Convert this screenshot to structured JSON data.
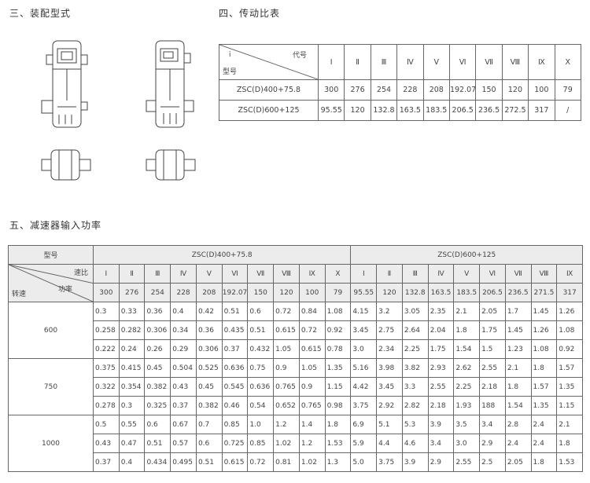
{
  "sections": {
    "assembly": "三、装配型式",
    "ratio": "四、传动比表",
    "power": "五、减速器输入功率"
  },
  "ratio_table": {
    "corner": {
      "top_left": "i",
      "top_right": "代号",
      "bottom_left": "型号"
    },
    "codes": [
      "I",
      "Ⅱ",
      "Ⅲ",
      "Ⅳ",
      "V",
      "Ⅵ",
      "Ⅶ",
      "Ⅷ",
      "Ⅸ",
      "X"
    ],
    "rows": [
      {
        "model": "ZSC(D)400+75.8",
        "values": [
          "300",
          "276",
          "254",
          "228",
          "208",
          "192.07",
          "150",
          "120",
          "100",
          "79"
        ]
      },
      {
        "model": "ZSC(D)600+125",
        "values": [
          "95.55",
          "120",
          "132.8",
          "163.5",
          "183.5",
          "206.5",
          "236.5",
          "272.5",
          "317",
          "/"
        ]
      }
    ]
  },
  "power_table": {
    "model_label": "型号",
    "models": [
      "ZSC(D)400+75.8",
      "ZSC(D)600+125"
    ],
    "corner": {
      "ratio": "速比",
      "power": "功率",
      "speed": "转速"
    },
    "codes_a": [
      "I",
      "Ⅱ",
      "Ⅲ",
      "Ⅳ",
      "V",
      "Ⅵ",
      "Ⅶ",
      "Ⅷ",
      "Ⅸ",
      "X"
    ],
    "codes_b": [
      "I",
      "Ⅱ",
      "Ⅲ",
      "Ⅳ",
      "V",
      "Ⅵ",
      "Ⅶ",
      "Ⅷ",
      "Ⅸ"
    ],
    "ratios": [
      "300",
      "276",
      "254",
      "228",
      "208",
      "192.07",
      "150",
      "120",
      "100",
      "79",
      "95.55",
      "120",
      "132.8",
      "163.5",
      "183.5",
      "206.5",
      "236.5",
      "271.5",
      "317"
    ],
    "groups": [
      {
        "speed": "600",
        "rows": [
          [
            "0.3",
            "0.33",
            "0.36",
            "0.4",
            "0.42",
            "0.51",
            "0.6",
            "0.72",
            "0.84",
            "1.08",
            "4.15",
            "3.2",
            "3.05",
            "2.35",
            "2.1",
            "2.05",
            "1.7",
            "1.45",
            "1.26"
          ],
          [
            "0.258",
            "0.282",
            "0.306",
            "0.34",
            "0.36",
            "0.435",
            "0.51",
            "0.615",
            "0.72",
            "0.92",
            "3.45",
            "2.75",
            "2.64",
            "2.04",
            "1.8",
            "1.75",
            "1.45",
            "1.26",
            "1.08"
          ],
          [
            "0.222",
            "0.24",
            "0.26",
            "0.29",
            "0.306",
            "0.37",
            "0.432",
            "1.05",
            "0.615",
            "0.78",
            "3.0",
            "2.34",
            "2.25",
            "1.75",
            "1.54",
            "1.5",
            "1.23",
            "1.08",
            "0.92"
          ]
        ]
      },
      {
        "speed": "750",
        "rows": [
          [
            "0.375",
            "0.415",
            "0.45",
            "0.504",
            "0.525",
            "0.636",
            "0.75",
            "0.9",
            "1.05",
            "1.35",
            "5.16",
            "3.98",
            "3.82",
            "2.93",
            "2.62",
            "2.55",
            "2.1",
            "1.8",
            "1.57"
          ],
          [
            "0.322",
            "0.354",
            "0.382",
            "0.43",
            "0.45",
            "0.545",
            "0.636",
            "0.765",
            "0.9",
            "1.15",
            "4.42",
            "3.45",
            "3.3",
            "2.55",
            "2.25",
            "2.18",
            "1.8",
            "1.57",
            "1.35"
          ],
          [
            "0.278",
            "0.3",
            "0.325",
            "0.37",
            "0.382",
            "0.46",
            "0.54",
            "0.652",
            "0.765",
            "0.98",
            "3.75",
            "2.92",
            "2.82",
            "2.18",
            "1.93",
            "188",
            "1.54",
            "1.35",
            "1.15"
          ]
        ]
      },
      {
        "speed": "1000",
        "rows": [
          [
            "0.5",
            "0.55",
            "0.6",
            "0.67",
            "0.7",
            "0.85",
            "1.0",
            "1.2",
            "1.4",
            "1.8",
            "6.9",
            "5.1",
            "5.3",
            "3.9",
            "3.5",
            "3.4",
            "2.8",
            "2.4",
            "2.1"
          ],
          [
            "0.43",
            "0.47",
            "0.51",
            "0.57",
            "0.6",
            "0.725",
            "0.85",
            "1.02",
            "1.2",
            "1.53",
            "5.9",
            "4.4",
            "4.6",
            "3.4",
            "3.0",
            "2.9",
            "2.4",
            "2.4",
            "1.8"
          ],
          [
            "0.37",
            "0.4",
            "0.434",
            "0.495",
            "0.51",
            "0.615",
            "0.72",
            "0.81",
            "1.02",
            "1.3",
            "5.0",
            "3.75",
            "3.9",
            "2.9",
            "2.55",
            "2.5",
            "2.05",
            "1.8",
            "1.53"
          ]
        ]
      }
    ]
  }
}
